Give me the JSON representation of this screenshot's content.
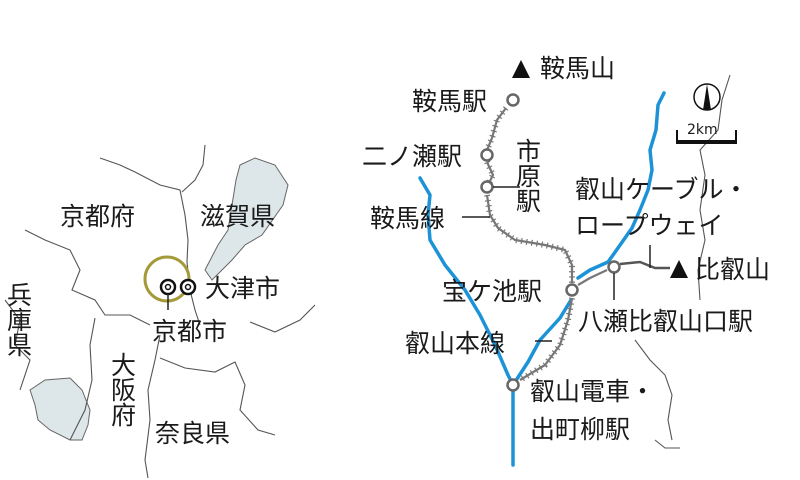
{
  "left_map": {
    "labels": {
      "kyoto_pref": "京都府",
      "shiga_pref": "滋賀県",
      "hyogo_pref": "兵庫県",
      "otsu_city": "大津市",
      "kyoto_city": "京都市",
      "osaka_pref": "大阪府",
      "nara_pref": "奈良県"
    },
    "colors": {
      "water": "#dde6e8",
      "highlight_circle": "#a59a3a"
    }
  },
  "right_map": {
    "labels": {
      "mt_kurama": "鞍馬山",
      "kurama_station": "鞍馬駅",
      "ninose_station": "二ノ瀬駅",
      "ichihara_station": "市原駅",
      "kurama_line": "鞍馬線",
      "eizan_cable_1": "叡山ケーブル・",
      "eizan_cable_2": "ロープウェイ",
      "mt_hiei": "比叡山",
      "takaragaike_station": "宝ケ池駅",
      "yase_station": "八瀬比叡山口駅",
      "eizan_main_line": "叡山本線",
      "demachiyanagi_1": "叡山電車・",
      "demachiyanagi_2": "出町柳駅"
    },
    "scale": "2km",
    "colors": {
      "river": "#1b93d6",
      "rail": "#777777"
    }
  }
}
